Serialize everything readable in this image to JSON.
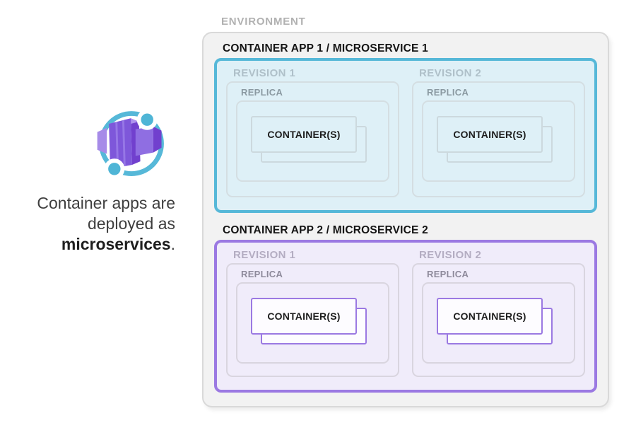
{
  "figure": {
    "icon": {
      "name": "azure-container-apps-icon",
      "colors": {
        "orbit": "#56B8D8",
        "dot": "#4FB5D6",
        "halo": "#FFFFFF",
        "box_left": "#A68BE8",
        "box_front": "#7E57DA",
        "box_stripe": "#9677E6",
        "box_top": "#AE93EE",
        "box_side": "#7140CE",
        "box_right_front": "#8F6EE2",
        "box_right_top": "#B49EF2"
      }
    },
    "caption": {
      "line1": "Container apps are",
      "line2": "deployed as",
      "emphasis": "microservices",
      "suffix": "."
    }
  },
  "environment": {
    "label": "ENVIRONMENT",
    "colors": {
      "fill": "#F2F2F2",
      "border": "#D9D9D9",
      "label": "#B1B1B1"
    }
  },
  "apps": [
    {
      "label": "CONTAINER APP 1 / MICROSERVICE 1",
      "colors": {
        "accent": "#56B8D8",
        "fill": "#DEF0F7",
        "box_line": "#D4DEE2",
        "container_line": "#CCD9DE",
        "container_fill": "#DEF0F7",
        "revision_label": "#AFC0C9",
        "replica_label": "#8A99A1"
      },
      "revisions": [
        {
          "label": "REVISION 1",
          "replica": {
            "label": "REPLICA",
            "containers_label": "CONTAINER(S)"
          }
        },
        {
          "label": "REVISION 2",
          "replica": {
            "label": "REPLICA",
            "containers_label": "CONTAINER(S)"
          }
        }
      ]
    },
    {
      "label": "CONTAINER APP 2 / MICROSERVICE 2",
      "colors": {
        "accent": "#9B79E2",
        "fill": "#F0ECFA",
        "box_line": "#D9D5DF",
        "container_line": "#9B79E2",
        "container_fill": "#FDFCFF",
        "revision_label": "#B4ADC2",
        "replica_label": "#8E8A9B"
      },
      "revisions": [
        {
          "label": "REVISION 1",
          "replica": {
            "label": "REPLICA",
            "containers_label": "CONTAINER(S)"
          }
        },
        {
          "label": "REVISION 2",
          "replica": {
            "label": "REPLICA",
            "containers_label": "CONTAINER(S)"
          }
        }
      ]
    }
  ]
}
